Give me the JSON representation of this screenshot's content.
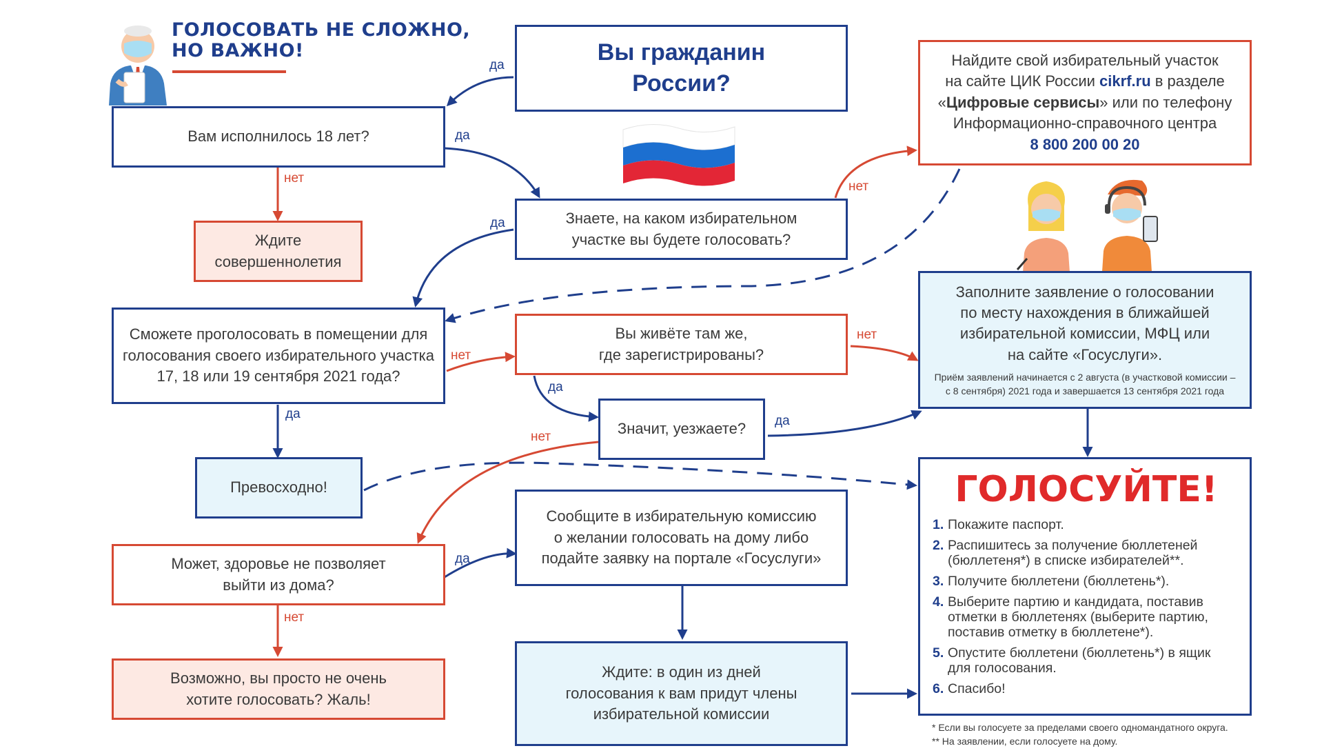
{
  "headline": [
    "ГОЛОСОВАТЬ НЕ СЛОЖНО,",
    "НО ВАЖНО!"
  ],
  "boxes": {
    "citizen": [
      "Вы гражданин",
      "России?"
    ],
    "age18": [
      "Вам исполнилось 18 лет?"
    ],
    "wait_adult": [
      "Ждите",
      "совершеннолетия"
    ],
    "know_station": [
      "Знаете, на каком избирательном",
      "участке вы будете голосовать?"
    ],
    "find_station": {
      "line1": "Найдите свой избирательный участок",
      "line2_pre": "на сайте ЦИК России ",
      "line2_link": "cikrf.ru",
      "line2_post": " в разделе",
      "line3_pre": "«",
      "line3_bold": "Цифровые сервисы",
      "line3_post": "» или по телефону",
      "line4": "Информационно-справочного центра",
      "phone": "8 800 200 00 20"
    },
    "can_vote_station": [
      "Сможете проголосовать в помещении для",
      "голосования своего избирательного участка",
      "17, 18 или 19 сентября 2021 года?"
    ],
    "live_same": [
      "Вы живёте там же,",
      "где зарегистрированы?"
    ],
    "fill_application": {
      "lines": [
        "Заполните заявление о голосовании",
        "по месту нахождения в ближайшей",
        "избирательной комиссии, МФЦ или",
        "на сайте «Госуслуги»."
      ],
      "note": [
        "Приём заявлений начинается с 2 августа (в участковой комиссии –",
        "с 8 сентября) 2021 года и завершается 13 сентября 2021 года"
      ]
    },
    "leaving": [
      "Значит, уезжаете?"
    ],
    "excellent": [
      "Превосходно!"
    ],
    "health": [
      "Может, здоровье не позволяет",
      "выйти из дома?"
    ],
    "notify_commission": [
      "Сообщите в избирательную комиссию",
      "о желании голосовать на дому либо",
      "подайте заявку на портале «Госуслуги»"
    ],
    "dont_want": [
      "Возможно, вы просто не очень",
      "хотите голосовать? Жаль!"
    ],
    "wait_members": [
      "Ждите: в один из дней",
      "голосования к вам придут члены",
      "избирательной комиссии"
    ]
  },
  "vote": {
    "title": "ГОЛОСУЙТЕ!",
    "steps": [
      {
        "num": "1.",
        "lines": [
          "Покажите паспорт."
        ]
      },
      {
        "num": "2.",
        "lines": [
          "Распишитесь за получение бюллетеней",
          "(бюллетеня*) в списке избирателей**."
        ]
      },
      {
        "num": "3.",
        "lines": [
          "Получите бюллетени (бюллетень*)."
        ]
      },
      {
        "num": "4.",
        "lines": [
          "Выберите партию и кандидата, поставив",
          "отметки в бюллетенях (выберите партию,",
          "поставив отметку в бюллетене*)."
        ]
      },
      {
        "num": "5.",
        "lines": [
          "Опустите бюллетени (бюллетень*) в ящик",
          "для голосования."
        ]
      },
      {
        "num": "6.",
        "lines": [
          "Спасибо!"
        ]
      }
    ]
  },
  "footnotes": [
    "* Если вы голосуете за пределами своего одномандатного округа.",
    "** На заявлении, если голосуете на дому."
  ],
  "labels": {
    "yes": "да",
    "no": "нет"
  },
  "colors": {
    "blue": "#1f3e8c",
    "red": "#d64933",
    "pink_fill": "#fde9e3",
    "light_blue_fill": "#e7f5fb",
    "title_red": "#e02a2a"
  },
  "icons": [
    "russian-flag-icon",
    "election-official-icon",
    "call-center-woman-icon",
    "call-center-man-icon"
  ]
}
